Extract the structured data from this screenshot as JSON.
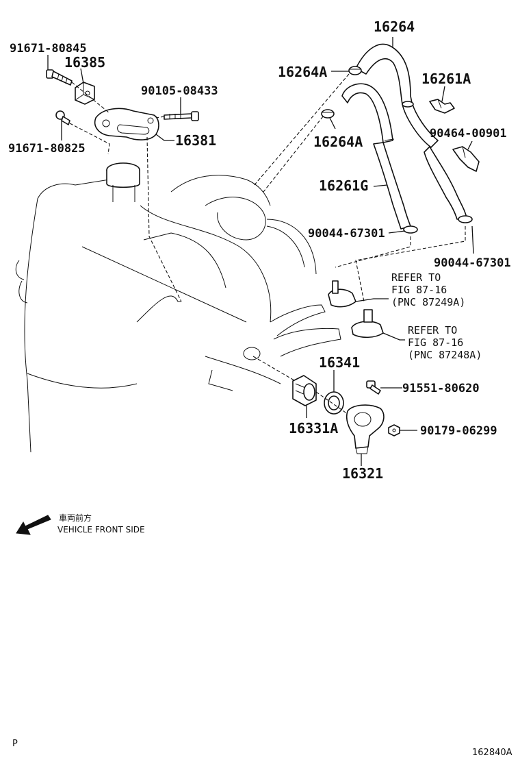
{
  "labels": {
    "p_91671_80845": "91671-80845",
    "p_16385": "16385",
    "p_90105_08433": "90105-08433",
    "p_16381": "16381",
    "p_91671_80825": "91671-80825",
    "p_16264": "16264",
    "p_16264A_top": "16264A",
    "p_16261A": "16261A",
    "p_16264A_mid": "16264A",
    "p_90464_00901": "90464-00901",
    "p_16261G": "16261G",
    "p_90044_67301_left": "90044-67301",
    "p_90044_67301_right": "90044-67301",
    "p_16341": "16341",
    "p_91551_80620": "91551-80620",
    "p_16331A": "16331A",
    "p_90179_06299": "90179-06299",
    "p_16321": "16321"
  },
  "refs": {
    "ref1_line1": "REFER TO",
    "ref1_line2": "FIG 87-16",
    "ref1_line3": "(PNC 87249A)",
    "ref2_line1": "REFER TO",
    "ref2_line2": "FIG 87-16",
    "ref2_line3": "(PNC 87248A)"
  },
  "direction": {
    "jp": "車両前方",
    "en": "VEHICLE FRONT SIDE"
  },
  "footer": {
    "corner_letter": "P",
    "figure_code": "162840A"
  },
  "colors": {
    "ink": "#111111",
    "background": "#ffffff"
  }
}
